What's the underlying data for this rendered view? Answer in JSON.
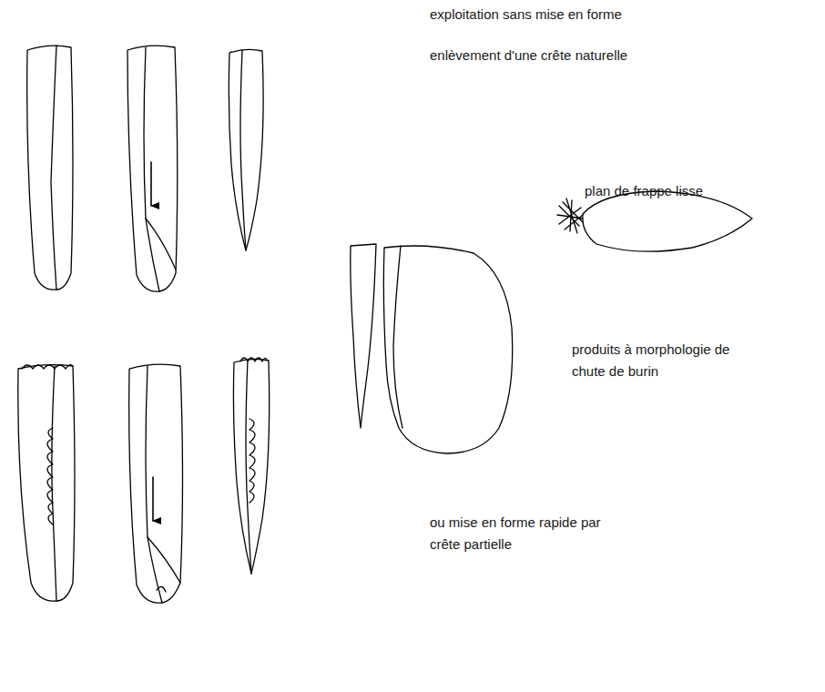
{
  "diagram": {
    "labels": [
      "exploitation sans mise en forme",
      "enlèvement d'une crête naturelle",
      "plan de frappe lisse",
      "produits à morphologie de chute de burin",
      "ou mise en forme rapide par crête partielle"
    ]
  }
}
